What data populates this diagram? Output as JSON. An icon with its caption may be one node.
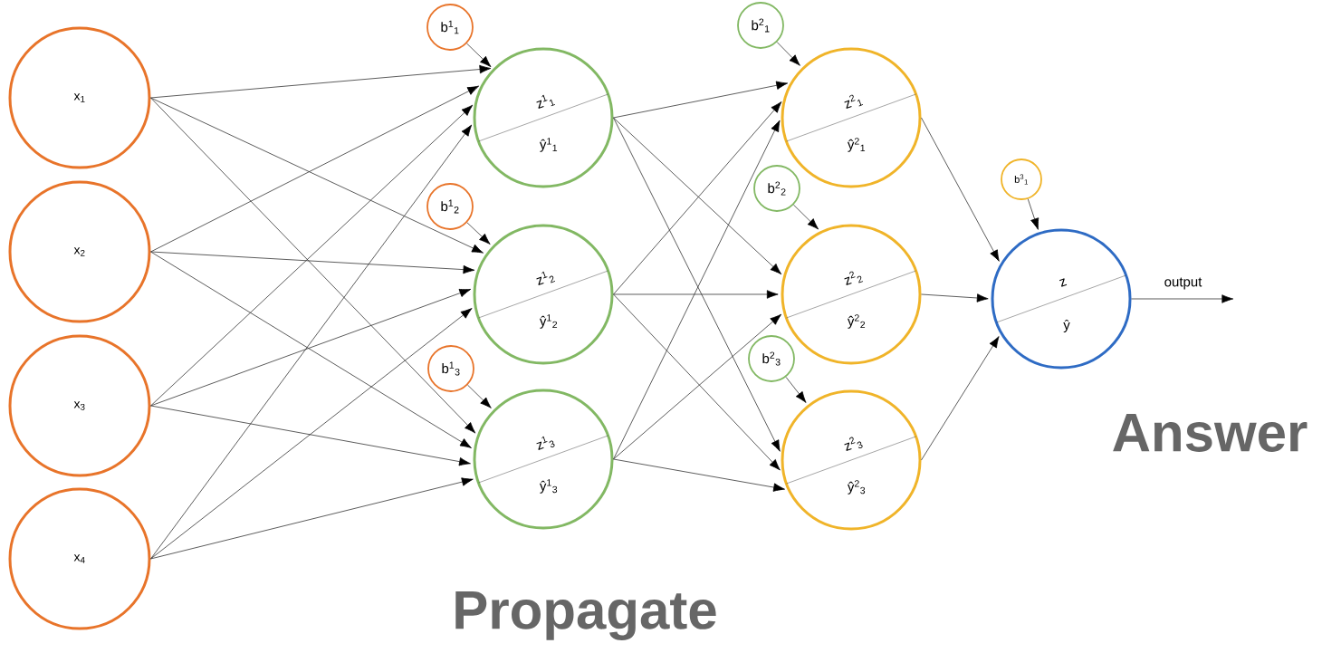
{
  "diagram": {
    "nodes": [
      {
        "text": [
          "x$_{1}$"
        ]
      },
      {
        "text": [
          "x$_{2}$"
        ]
      },
      {
        "text": [
          "x$_{3}$"
        ]
      },
      {
        "text": [
          "x$_{4}$"
        ]
      },
      {
        "text": [
          "b$^{1}$$_{1}$"
        ]
      },
      {
        "text": [
          "z$^{1}$$_{1}$",
          "ŷ$^{1}$$_{1}$"
        ]
      },
      {
        "text": [
          "b$^{1}$$_{2}$"
        ]
      },
      {
        "text": [
          "z$^{1}$$_{2}$",
          "ŷ$^{1}$$_{2}$"
        ]
      },
      {
        "text": [
          "b$^{1}$$_{3}$"
        ]
      },
      {
        "text": [
          "z$^{1}$$_{3}$",
          "ŷ$^{1}$$_{3}$"
        ]
      },
      {
        "text": [
          "b$^{2}$$_{1}$"
        ]
      },
      {
        "text": [
          "z$^{2}$$_{1}$",
          "ŷ$^{2}$$_{1}$"
        ]
      },
      {
        "text": [
          "b$^{2}$$_{2}$"
        ]
      },
      {
        "text": [
          "z$^{2}$$_{2}$",
          "ŷ$^{2}$$_{2}$"
        ]
      },
      {
        "text": [
          "b$^{2}$$_{3}$"
        ]
      },
      {
        "text": [
          "z$^{2}$$_{3}$",
          "ŷ$^{2}$$_{3}$"
        ]
      },
      {
        "text": [
          "b$^{3}$$_{1}$"
        ]
      },
      {
        "text": [
          "z",
          "ŷ"
        ]
      }
    ],
    "edges": [
      {
        "from": 0,
        "to": 5,
        "arrow": "to"
      },
      {
        "from": 0,
        "to": 7,
        "arrow": "to"
      },
      {
        "from": 0,
        "to": 9,
        "arrow": "to"
      },
      {
        "from": 1,
        "to": 5,
        "arrow": "to"
      },
      {
        "from": 1,
        "to": 7,
        "arrow": "to"
      },
      {
        "from": 1,
        "to": 9,
        "arrow": "to"
      },
      {
        "from": 2,
        "to": 5,
        "arrow": "to"
      },
      {
        "from": 2,
        "to": 7,
        "arrow": "to"
      },
      {
        "from": 2,
        "to": 9,
        "arrow": "to"
      },
      {
        "from": 3,
        "to": 5,
        "arrow": "to"
      },
      {
        "from": 3,
        "to": 7,
        "arrow": "to"
      },
      {
        "from": 3,
        "to": 9,
        "arrow": "to"
      },
      {
        "from": 4,
        "to": 5,
        "arrow": "to"
      },
      {
        "from": 6,
        "to": 7,
        "arrow": "to"
      },
      {
        "from": 8,
        "to": 9,
        "arrow": "to"
      },
      {
        "from": 5,
        "to": 11,
        "arrow": "to"
      },
      {
        "from": 5,
        "to": 13,
        "arrow": "to"
      },
      {
        "from": 5,
        "to": 15,
        "arrow": "to"
      },
      {
        "from": 7,
        "to": 11,
        "arrow": "to"
      },
      {
        "from": 7,
        "to": 13,
        "arrow": "to"
      },
      {
        "from": 7,
        "to": 15,
        "arrow": "to"
      },
      {
        "from": 9,
        "to": 11,
        "arrow": "to"
      },
      {
        "from": 9,
        "to": 13,
        "arrow": "to"
      },
      {
        "from": 9,
        "to": 15,
        "arrow": "to"
      },
      {
        "from": 10,
        "to": 11,
        "arrow": "to"
      },
      {
        "from": 12,
        "to": 13,
        "arrow": "to"
      },
      {
        "from": 14,
        "to": 15,
        "arrow": "to"
      },
      {
        "from": 11,
        "to": 17,
        "arrow": "to"
      },
      {
        "from": 13,
        "to": 17,
        "arrow": "to"
      },
      {
        "from": 15,
        "to": 17,
        "arrow": "to"
      },
      {
        "from": 16,
        "to": 17,
        "arrow": "to"
      },
      {
        "from": 17,
        "to": null,
        "arrow": "to",
        "label": "output"
      }
    ],
    "labels": [
      "Propagate",
      "Answer"
    ]
  }
}
